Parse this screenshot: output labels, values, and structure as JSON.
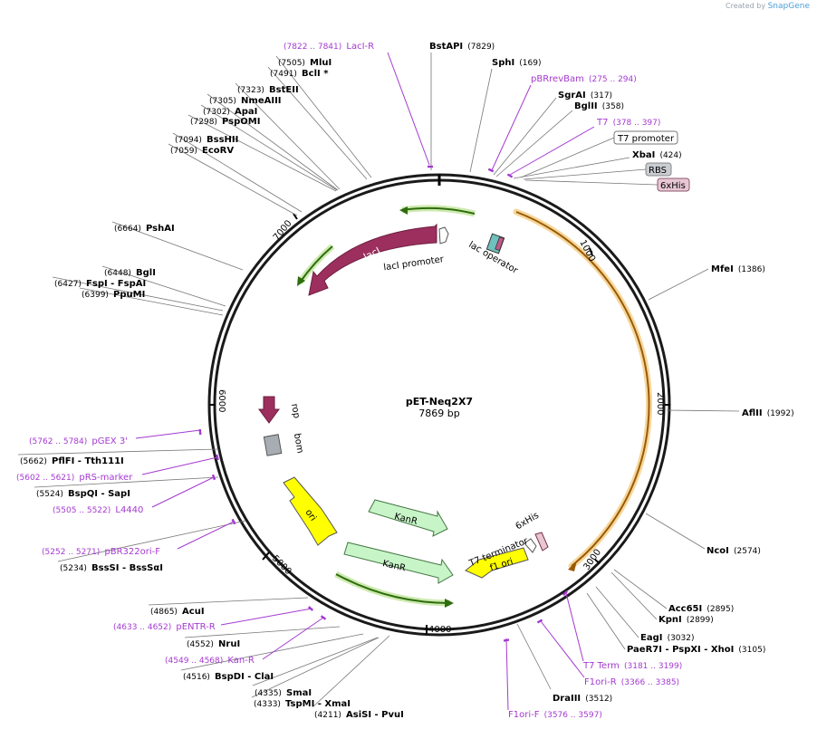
{
  "header": {
    "created_by": "Created by",
    "brand": "SnapGene"
  },
  "plasmid": {
    "name": "pET-Neq2X7",
    "length": "7869 bp"
  },
  "ticks": [
    "1000",
    "2000",
    "3000",
    "4000",
    "5000",
    "6000",
    "7000"
  ],
  "sites": [
    {
      "name": "BstAPI",
      "pos": "(7829)"
    },
    {
      "name": "SphI",
      "pos": "(169)"
    },
    {
      "name": "SgrAI",
      "pos": "(317)"
    },
    {
      "name": "BglII",
      "pos": "(358)"
    },
    {
      "name": "XbaI",
      "pos": "(424)"
    },
    {
      "name": "MfeI",
      "pos": "(1386)"
    },
    {
      "name": "AflII",
      "pos": "(1992)"
    },
    {
      "name": "NcoI",
      "pos": "(2574)"
    },
    {
      "name": "Acc65I",
      "pos": "(2895)"
    },
    {
      "name": "KpnI",
      "pos": "(2899)"
    },
    {
      "name": "EagI",
      "pos": "(3032)"
    },
    {
      "name": "PaeR7I - PspXI - XhoI",
      "pos": "(3105)"
    },
    {
      "name": "DraIII",
      "pos": "(3512)"
    },
    {
      "name": "AsiSI - PvuI",
      "pos": "(4211)"
    },
    {
      "name": "TspMI - XmaI",
      "pos": "(4333)"
    },
    {
      "name": "SmaI",
      "pos": "(4335)"
    },
    {
      "name": "BspDI - ClaI",
      "pos": "(4516)"
    },
    {
      "name": "NruI",
      "pos": "(4552)"
    },
    {
      "name": "AcuI",
      "pos": "(4865)"
    },
    {
      "name": "BssSI - BssSαI",
      "pos": "(5234)"
    },
    {
      "name": "BspQI - SapI",
      "pos": "(5524)"
    },
    {
      "name": "PflFI - Tth111I",
      "pos": "(5662)"
    },
    {
      "name": "PpuMI",
      "pos": "(6399)"
    },
    {
      "name": "FspI - FspAI",
      "pos": "(6427)"
    },
    {
      "name": "BglI",
      "pos": "(6448)"
    },
    {
      "name": "PshAI",
      "pos": "(6664)"
    },
    {
      "name": "EcoRV",
      "pos": "(7059)"
    },
    {
      "name": "BssHII",
      "pos": "(7094)"
    },
    {
      "name": "PspOMI",
      "pos": "(7298)"
    },
    {
      "name": "ApaI",
      "pos": "(7302)"
    },
    {
      "name": "NmeAIII",
      "pos": "(7305)"
    },
    {
      "name": "BstEII",
      "pos": "(7323)"
    },
    {
      "name": "BclI *",
      "pos": "(7491)"
    },
    {
      "name": "MluI",
      "pos": "(7505)"
    }
  ],
  "primers": [
    {
      "name": "LacI-R",
      "range": "(7822 .. 7841)"
    },
    {
      "name": "pBRrevBam",
      "range": "(275 .. 294)"
    },
    {
      "name": "T7",
      "range": "(378 .. 397)"
    },
    {
      "name": "T7 Term",
      "range": "(3181 .. 3199)"
    },
    {
      "name": "F1ori-R",
      "range": "(3366 .. 3385)"
    },
    {
      "name": "F1ori-F",
      "range": "(3576 .. 3597)"
    },
    {
      "name": "Kan-R",
      "range": "(4549 .. 4568)"
    },
    {
      "name": "pENTR-R",
      "range": "(4633 .. 4652)"
    },
    {
      "name": "pBR322ori-F",
      "range": "(5252 .. 5271)"
    },
    {
      "name": "L4440",
      "range": "(5505 .. 5522)"
    },
    {
      "name": "pRS-marker",
      "range": "(5602 .. 5621)"
    },
    {
      "name": "pGEX 3'",
      "range": "(5762 .. 5784)"
    }
  ],
  "features": {
    "t7_promoter": "T7 promoter",
    "rbs": "RBS",
    "his_tag": "6xHis",
    "lacI": "lacI",
    "lacI_promoter": "lacI promoter",
    "lac_operator": "lac operator",
    "rop": "rop",
    "bom": "bom",
    "ori": "ori",
    "kanR_1": "KanR",
    "kanR_2": "KanR",
    "f1_ori": "f1 ori",
    "t7_terminator": "T7 terminator",
    "his_tag_inner": "6xHis"
  },
  "colors": {
    "primer": "#a43ad0",
    "lacI": "#9c2f5d",
    "orf_green": "#2e7d0f",
    "orf_orange": "#c77a0c",
    "kanR_fill": "#c8f5c8",
    "ori_fill": "#ffff00",
    "bom_fill": "#a8adb3",
    "rbs_fill": "#c9cdd2",
    "his_fill": "#e8c6d4"
  }
}
